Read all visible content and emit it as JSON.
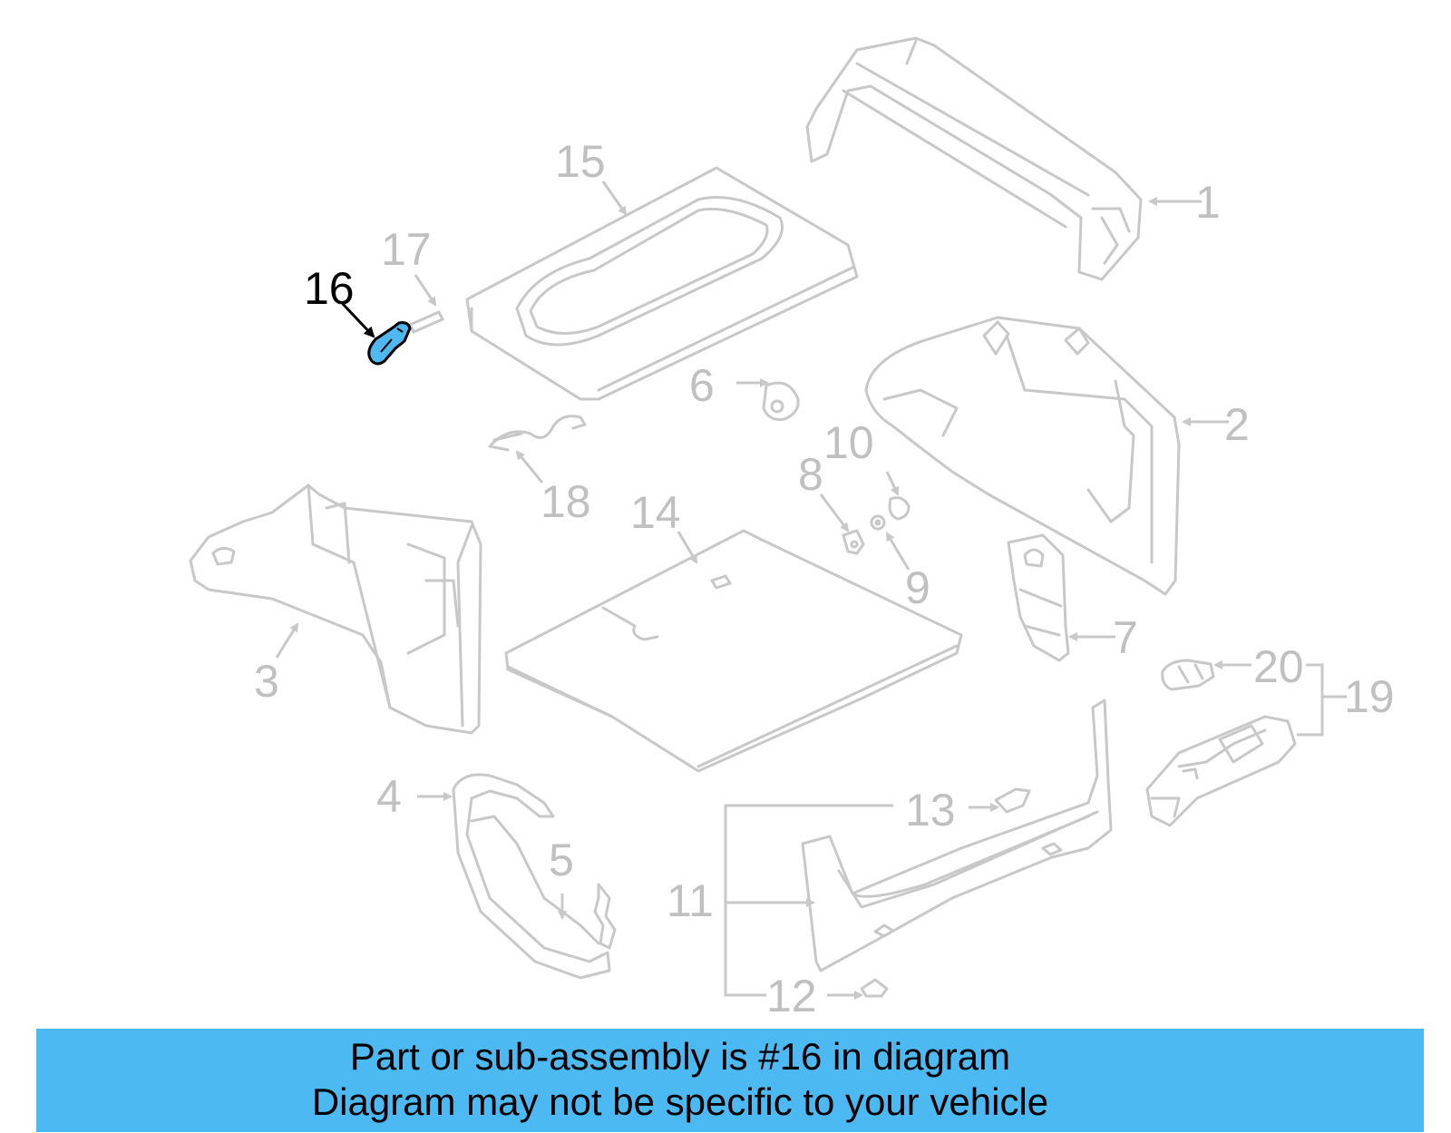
{
  "diagram": {
    "highlight_color": "#4fb8f0",
    "callouts": {
      "c1": "1",
      "c2": "2",
      "c3": "3",
      "c4": "4",
      "c5": "5",
      "c6": "6",
      "c7": "7",
      "c8": "8",
      "c9": "9",
      "c10": "10",
      "c11": "11",
      "c12": "12",
      "c13": "13",
      "c14": "14",
      "c15": "15",
      "c16": "16",
      "c17": "17",
      "c18": "18",
      "c19": "19",
      "c20": "20"
    }
  },
  "banner": {
    "line1": "Part or sub-assembly is #16 in diagram",
    "line2": "Diagram may not be specific to your vehicle",
    "background": "#4cb9f2"
  }
}
